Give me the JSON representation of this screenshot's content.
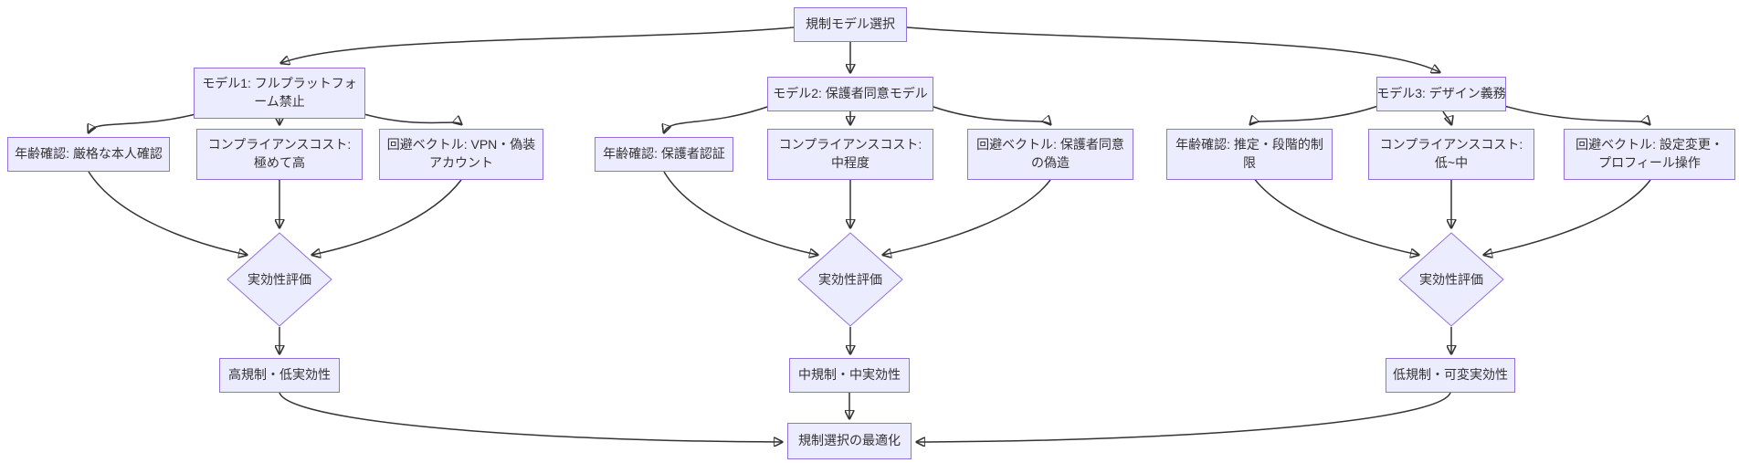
{
  "diagram": {
    "root_label": "規制モデル選択",
    "evaluation_label": "実効性評価",
    "final_label": "規制選択の最適化",
    "models": [
      {
        "title": "モデル1: フルプラットフォーム禁止",
        "age_verification": "年齢確認: 厳格な本人確認",
        "compliance_cost": "コンプライアンスコスト: 極めて高",
        "evasion_vector": "回避ベクトル: VPN・偽装アカウント",
        "outcome": "高規制・低実効性"
      },
      {
        "title": "モデル2: 保護者同意モデル",
        "age_verification": "年齢確認: 保護者認証",
        "compliance_cost": "コンプライアンスコスト: 中程度",
        "evasion_vector": "回避ベクトル: 保護者同意の偽造",
        "outcome": "中規制・中実効性"
      },
      {
        "title": "モデル3: デザイン義務",
        "age_verification": "年齢確認: 推定・段階的制限",
        "compliance_cost": "コンプライアンスコスト: 低~中",
        "evasion_vector": "回避ベクトル: 設定変更・プロフィール操作",
        "outcome": "低規制・可変実効性"
      }
    ],
    "colors": {
      "node_fill": "#ECECFF",
      "node_border": "#9370DB",
      "edge": "#333333",
      "text": "#333333"
    }
  }
}
